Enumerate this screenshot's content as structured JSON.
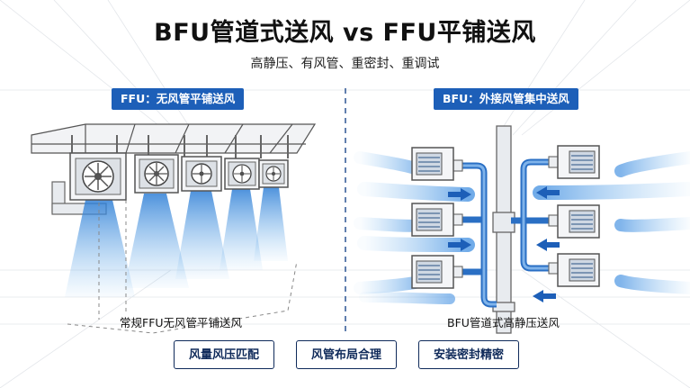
{
  "title": "BFU管道式送风 vs FFU平铺送风",
  "subtitle": "高静压、有风管、重密封、重调试",
  "left_panel": {
    "label": "FFU：无风管平铺送风",
    "caption": "常规FFU无风管平铺送风"
  },
  "right_panel": {
    "label": "BFU：外接风管集中送风",
    "caption": "BFU管道式高静压送风"
  },
  "buttons": [
    {
      "label": "风量风压匹配"
    },
    {
      "label": "风管布局合理"
    },
    {
      "label": "安装密封精密"
    }
  ],
  "colors": {
    "accent": "#1d5fb8",
    "airflow": "#5aa9e6",
    "button_border": "#0f2a5a"
  }
}
